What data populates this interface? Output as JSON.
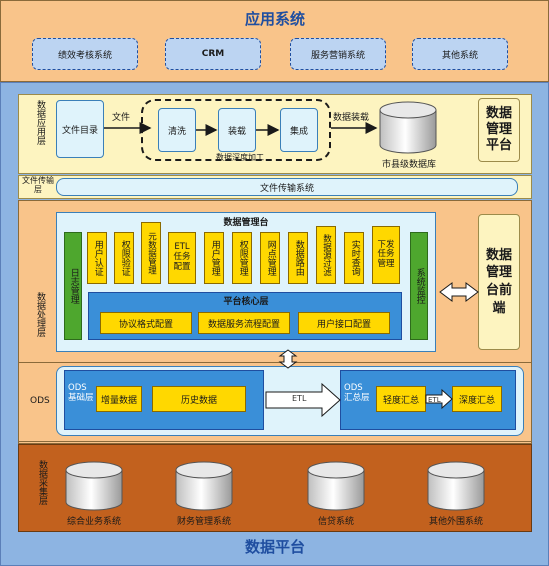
{
  "app_system": {
    "title": "应用系统",
    "items": [
      "绩效考核系统",
      "CRM",
      "服务营销系统",
      "其他系统"
    ]
  },
  "data_app_layer": {
    "label": "数据应用层",
    "file_catalog": "文件目录",
    "file_arrow_label": "文件",
    "steps": [
      "清洗",
      "装载",
      "集成"
    ],
    "deep_processing_label": "数据深度加工",
    "load_arrow_label": "数据装载",
    "db_label": "市县级数据库"
  },
  "data_mgmt_platform": {
    "label": "数据管理平台"
  },
  "file_transfer_layer": {
    "label": "文件传输层",
    "system": "文件传输系统"
  },
  "data_processing_layer": {
    "label": "数据处理层",
    "mgmt_console_title": "数据管理台",
    "log_mgmt": "日志管理",
    "system_monitor": "系统监控",
    "modules": [
      "用户认证",
      "权限验证",
      "元数据管理",
      "ETL任务配置",
      "用户管理",
      "权限管理",
      "网点管理",
      "数据路由",
      "数据源过滤",
      "实时查询",
      "下发任务管理"
    ],
    "core_title": "平台核心层",
    "core_items": [
      "协议格式配置",
      "数据服务流程配置",
      "用户接口配置"
    ]
  },
  "data_mgmt_frontend": {
    "label": "数据管理台前端"
  },
  "ods": {
    "label": "ODS",
    "base_layer": "ODS基础层",
    "base_items": [
      "增量数据",
      "历史数据"
    ],
    "etl_label_1": "ETL",
    "summary_layer": "ODS汇总层",
    "summary_items": [
      "轻度汇总",
      "深度汇总"
    ],
    "etl_label_2": "ETL"
  },
  "data_collection_layer": {
    "label": "数据采集层",
    "sources": [
      "综合业务系统",
      "财务管理系统",
      "信贷系统",
      "其他外围系统"
    ]
  },
  "data_platform": {
    "title": "数据平台"
  },
  "colors": {
    "orange_band": "#f9c48a",
    "blue_bg": "#8db4e2",
    "cyan_box": "#dff3fb",
    "yellow_box": "#ffd800",
    "green_bar": "#4ea72e",
    "brown_band": "#c2611e",
    "light_yellow": "#fdf4c0",
    "title_blue": "#1f4ea0"
  }
}
